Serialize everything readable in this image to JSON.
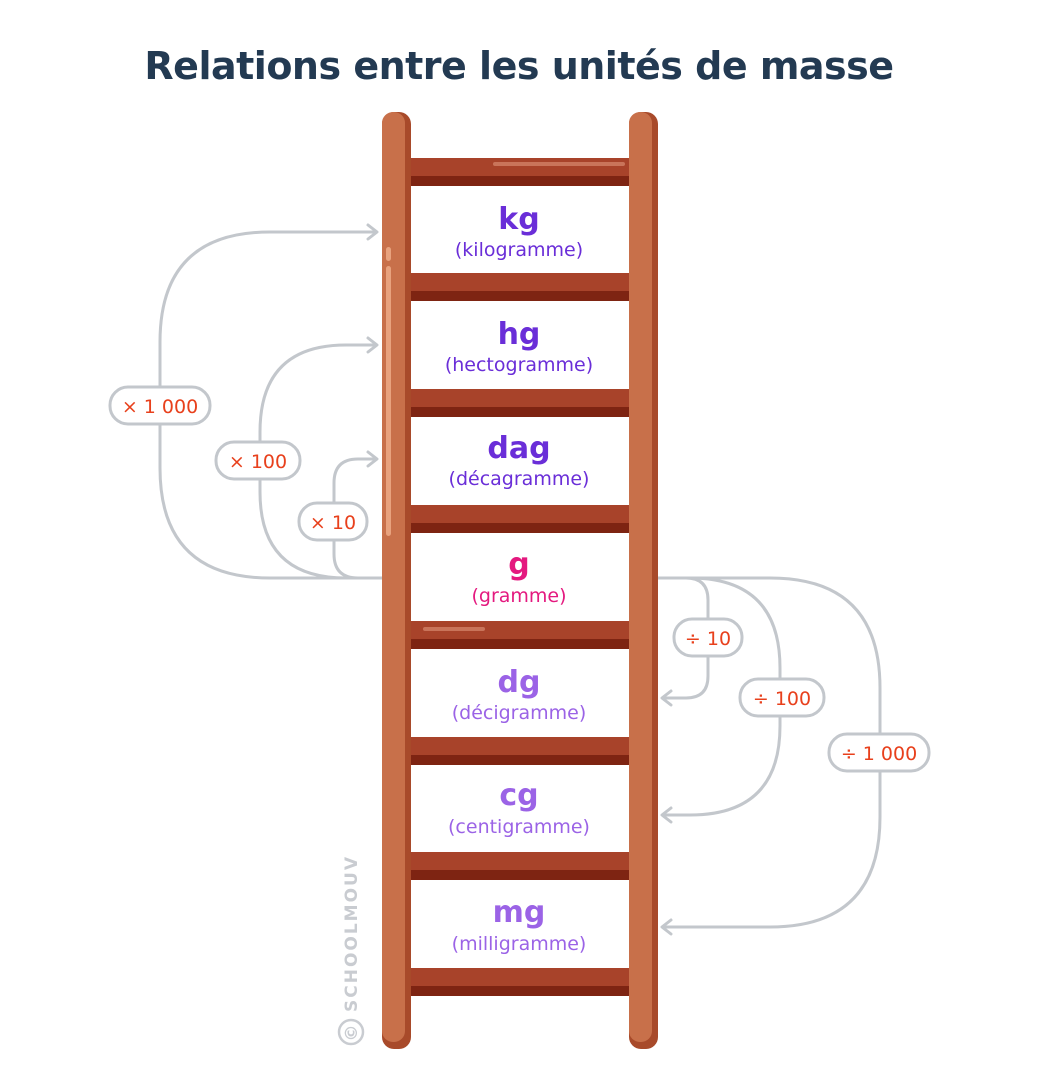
{
  "title": "Relations entre les unités de masse",
  "watermark": "SCHOOLMOUV",
  "watermark_symbol": "©",
  "colors": {
    "title": "#233a52",
    "ladder_rail_light": "#c8704a",
    "ladder_rail_dark": "#a84a2a",
    "ladder_rung_light": "#a8432a",
    "ladder_rung_dark": "#7e2412",
    "arrow": "#c3c7cc",
    "factor_text": "#e8401c",
    "unit_dark": "#6a2ed8",
    "unit_base": "#e4197f",
    "unit_light": "#9b63e6"
  },
  "units": [
    {
      "abbr": "kg",
      "name": "(kilogramme)",
      "tone": "dark"
    },
    {
      "abbr": "hg",
      "name": "(hectogramme)",
      "tone": "dark"
    },
    {
      "abbr": "dag",
      "name": "(décagramme)",
      "tone": "dark"
    },
    {
      "abbr": "g",
      "name": "(gramme)",
      "tone": "base"
    },
    {
      "abbr": "dg",
      "name": "(décigramme)",
      "tone": "light"
    },
    {
      "abbr": "cg",
      "name": "(centigramme)",
      "tone": "light"
    },
    {
      "abbr": "mg",
      "name": "(milligramme)",
      "tone": "light"
    }
  ],
  "conversions_up": [
    {
      "label": "× 10",
      "target": "dag"
    },
    {
      "label": "× 100",
      "target": "hg"
    },
    {
      "label": "× 1 000",
      "target": "kg"
    }
  ],
  "conversions_down": [
    {
      "label": "÷ 10",
      "target": "dg"
    },
    {
      "label": "÷ 100",
      "target": "cg"
    },
    {
      "label": "÷ 1 000",
      "target": "mg"
    }
  ]
}
